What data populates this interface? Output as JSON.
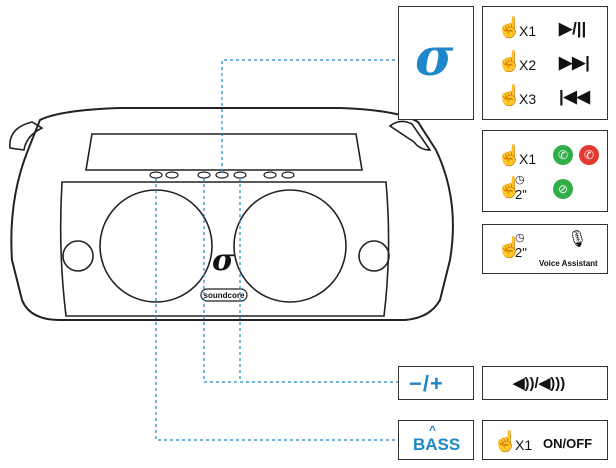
{
  "speaker": {
    "brand_text": "soundcore",
    "logo_glyph": "σ"
  },
  "callouts": {
    "logo_box": {
      "glyph": "σ",
      "accent": "#1f86c9"
    },
    "playback": [
      {
        "count": "X1",
        "action": "▶/||"
      },
      {
        "count": "X2",
        "action": "▶▶|"
      },
      {
        "count": "X3",
        "action": "|◀◀"
      }
    ],
    "call": [
      {
        "count": "X1",
        "hold": ""
      },
      {
        "count": "",
        "hold": "2\""
      }
    ],
    "voice": {
      "hold": "2\"",
      "label": "Voice Assistant"
    },
    "volume_key": "−/+",
    "volume_icons": "◀))/◀)))",
    "bass_key": "BASS",
    "power": {
      "count": "X1",
      "label": "ON/OFF"
    }
  },
  "colors": {
    "accent": "#1f86c9",
    "answer": "#2fae4a",
    "reject": "#e23a2e"
  }
}
